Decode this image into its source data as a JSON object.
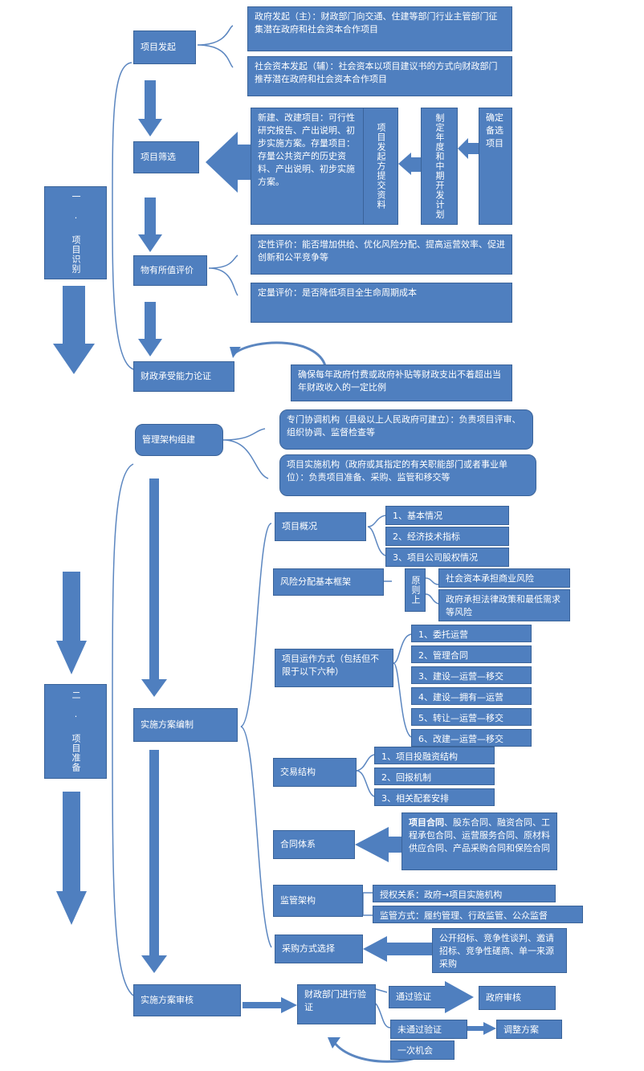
{
  "phase1": {
    "title": "一 · 项目识别",
    "initiation": {
      "label": "项目发起",
      "gov": "政府发起（主）：财政部门向交通、住建等部门行业主管部门征集潜在政府和社会资本合作项目",
      "social": "社会资本发起（辅）：社会资本以项目建议书的方式向财政部门推荐潜在政府和社会资本合作项目"
    },
    "screening": {
      "label": "项目筛选",
      "materials": "新建、改建项目：可行性研究报告、产出说明、初步实施方案。存量项目：存量公共资产的历史资料、产出说明、初步实施方案。",
      "submit": "项目发起方提交资料",
      "plan": "制定年度和中期开发计划",
      "confirm": "确定备选项目"
    },
    "vfm": {
      "label": "物有所值评价",
      "qualitative": "定性评价：能否增加供给、优化风险分配、提高运营效率、促进创新和公平竞争等",
      "quantitative": "定量评价：是否降低项目全生命周期成本"
    },
    "fiscal": {
      "label": "财政承受能力论证",
      "note": "确保每年政府付费或政府补贴等财政支出不着超出当年财政收入的一定比例"
    }
  },
  "phase2": {
    "title": "二 · 项目准备",
    "mgmt": {
      "label": "管理架构组建",
      "coord": "专门协调机构（县级以上人民政府可建立）：负责项目评审、组织协调、监督检查等",
      "impl": "项目实施机构（政府或其指定的有关职能部门或者事业单位）：负责项目准备、采购、监管和移交等"
    },
    "plan_label": "实施方案编制",
    "overview": {
      "label": "项目概况",
      "items": [
        "1、基本情况",
        "2、经济技术指标",
        "3、项目公司股权情况"
      ]
    },
    "risk": {
      "label": "风险分配基本框架",
      "principle": "原则上",
      "items": [
        "社会资本承担商业风险",
        "政府承担法律政策和最低需求等风险"
      ]
    },
    "operation": {
      "label": "项目运作方式（包括但不限于以下六种）",
      "items": [
        "1、委托运营",
        "2、管理合同",
        "3、建设—运营—移交",
        "4、建设—拥有—运营",
        "5、转让—运营—移交",
        "6、改建—运营—移交"
      ]
    },
    "transaction": {
      "label": "交易结构",
      "items": [
        "1、项目投融资结构",
        "2、回报机制",
        "3、相关配套安排"
      ]
    },
    "contract": {
      "label": "合同体系",
      "bold": "项目合同",
      "text": "、股东合同、融资合同、工程承包合同、运营服务合同、原材料供应合同、产品采购合同和保险合同"
    },
    "supervision": {
      "label": "监管架构",
      "items": [
        "授权关系：政府→项目实施机构",
        "监管方式：履约管理、行政监管、公众监督"
      ]
    },
    "procurement": {
      "label": "采购方式选择",
      "text": "公开招标、竞争性谈判、邀请招标、竞争性磋商、单一来源采购"
    },
    "review": {
      "label": "实施方案审核",
      "verify": "财政部门进行验证",
      "pass": "通过验证",
      "gov_review": "政府审核",
      "fail": "未通过验证",
      "adjust": "调整方案",
      "once": "一次机会"
    }
  },
  "colors": {
    "box": "#4f7fbf",
    "border": "#3a6399",
    "line": "#5b86c0"
  }
}
